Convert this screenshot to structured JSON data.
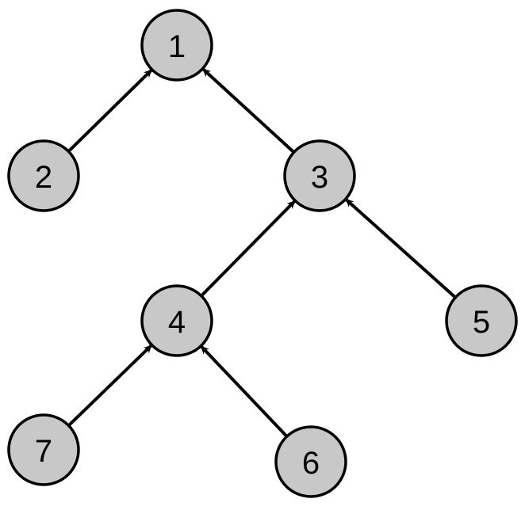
{
  "diagram": {
    "type": "tree",
    "node_fill": "#c8c8c8",
    "stroke_color": "#000000",
    "nodes": [
      {
        "id": "1",
        "label": "1"
      },
      {
        "id": "2",
        "label": "2"
      },
      {
        "id": "3",
        "label": "3"
      },
      {
        "id": "4",
        "label": "4"
      },
      {
        "id": "5",
        "label": "5"
      },
      {
        "id": "6",
        "label": "6"
      },
      {
        "id": "7",
        "label": "7"
      }
    ],
    "edges": [
      {
        "from": "2",
        "to": "1"
      },
      {
        "from": "3",
        "to": "1"
      },
      {
        "from": "4",
        "to": "3"
      },
      {
        "from": "5",
        "to": "3"
      },
      {
        "from": "7",
        "to": "4"
      },
      {
        "from": "6",
        "to": "4"
      }
    ]
  }
}
